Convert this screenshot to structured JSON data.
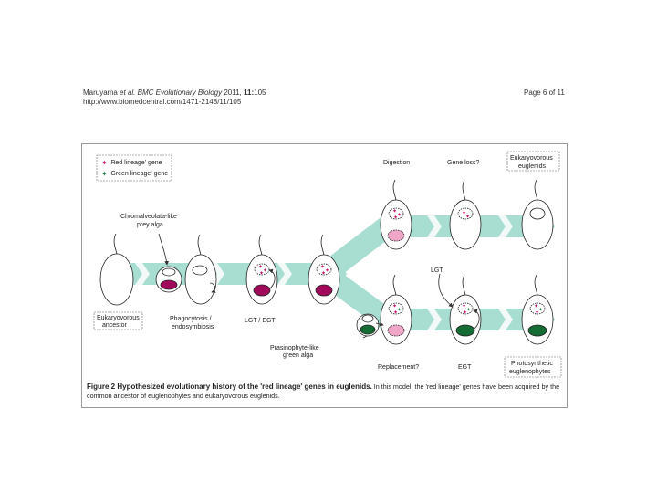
{
  "header": {
    "authors": "Maruyama",
    "et_al": "et al.",
    "journal": "BMC Evolutionary Biology",
    "year_vol": "2011,",
    "volume": "11:",
    "article": "105",
    "url": "http://www.biomedcentral.com/1471-2148/11/105",
    "page": "Page 6 of 11"
  },
  "legend": {
    "red_label": "'Red lineage' gene",
    "green_label": "'Green lineage' gene"
  },
  "labels": {
    "chromalveolata_1": "Chromalveolata-like",
    "chromalveolata_2": "prey alga",
    "eukaryovorous_ancestor_1": "Eukaryovorous",
    "eukaryovorous_ancestor_2": "ancestor",
    "phagocytosis_1": "Phagocytosis /",
    "phagocytosis_2": "endosymbiosis",
    "lgt_egt": "LGT / EGT",
    "prasinophyte_1": "Prasinophyte-like",
    "prasinophyte_2": "green alga",
    "digestion": "Digestion",
    "gene_loss": "Gene loss?",
    "eukaryovorous_euglenids_1": "Eukaryovorous",
    "eukaryovorous_euglenids_2": "euglenids",
    "lgt": "LGT",
    "replacement": "Replacement?",
    "egt": "EGT",
    "photosynthetic_1": "Photosynthetic",
    "photosynthetic_2": "euglenophytes"
  },
  "caption": {
    "title": "Figure 2 Hypothesized evolutionary history of the 'red lineage' genes in euglenids.",
    "body": " In this model, the 'red lineage' genes have been acquired by the common ancestor of euglenophytes and eukaryovorous euglenids."
  },
  "colors": {
    "arrow_band": "#a8ddd2",
    "red_gene": "#c8106a",
    "green_gene": "#1f7a40",
    "magenta_plastid": "#a10a5a",
    "green_plastid": "#156b34",
    "pink_plastid": "#f0a6c6"
  }
}
